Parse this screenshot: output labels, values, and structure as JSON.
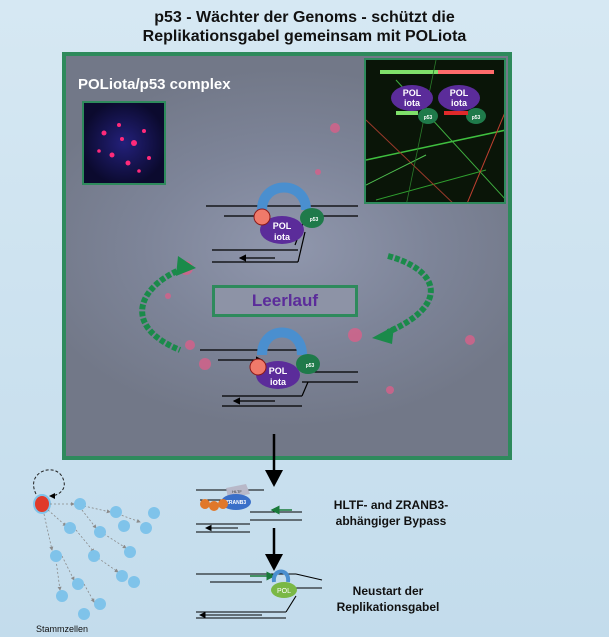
{
  "title": {
    "line1": "p53 - Wächter der Genoms - schützt die",
    "line2": "Replikationsgabel gemeinsam mit POLiota"
  },
  "panel": {
    "label": "POLiota/p53 complex",
    "leerlauf": "Leerlauf"
  },
  "molecules": {
    "pol": "POL",
    "iota": "iota",
    "p53": "p53",
    "zranb3": "ZRANB3",
    "hltf": "HLTF"
  },
  "steps": {
    "bypass_line1": "HLTF- and ZRANB3-",
    "bypass_line2": "abhängiger Bypass",
    "restart_line1": "Neustart der",
    "restart_line2": "Replikationsgabel"
  },
  "stem_cells_label": "Stammzellen",
  "colors": {
    "panel_border": "#2e8a5c",
    "pol_iota": "#5b2c9a",
    "p53": "#1f7a4a",
    "clamp": "#4a8fcf",
    "stem_cell": "#7fc3ea"
  }
}
